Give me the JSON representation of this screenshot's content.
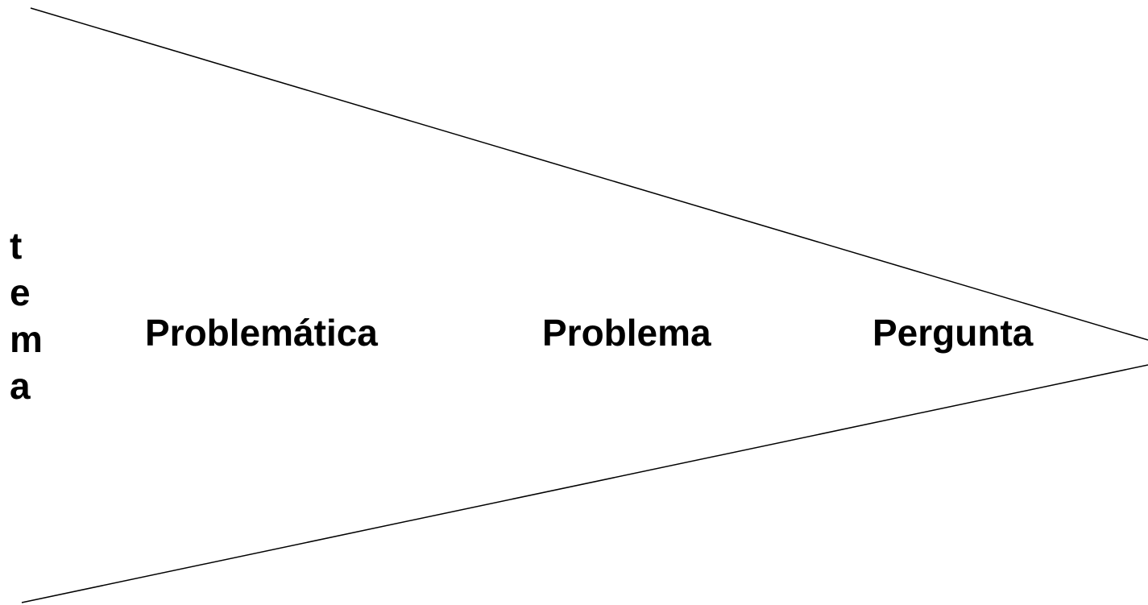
{
  "diagram": {
    "vertical_label": [
      "t",
      "e",
      "m",
      "a"
    ],
    "stages": [
      "Problemática",
      "Problema",
      "Pergunta"
    ]
  },
  "colors": {
    "background": "#ffffff",
    "text": "#000000",
    "lines": "#000000"
  }
}
